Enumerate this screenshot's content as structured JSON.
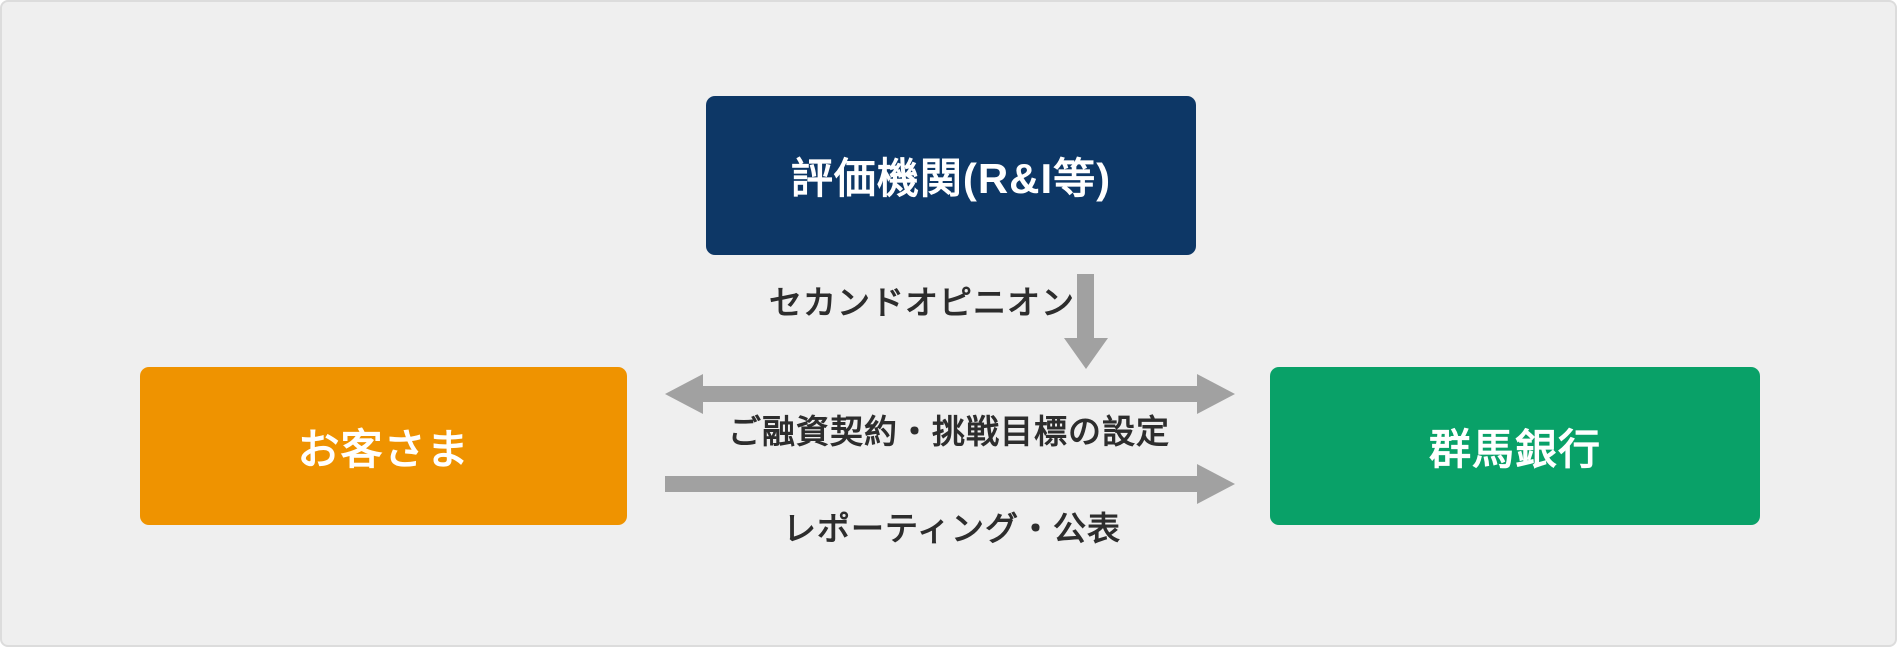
{
  "diagram": {
    "nodes": {
      "agency": {
        "label": "評価機関(R&I等)",
        "color": "#0d3766"
      },
      "customer": {
        "label": "お客さま",
        "color": "#ef9300"
      },
      "bank": {
        "label": "群馬銀行",
        "color": "#09a168"
      }
    },
    "flows": {
      "second_opinion": {
        "label": "セカンドオピニオン",
        "direction": "down"
      },
      "loan_contract": {
        "label": "ご融資契約・挑戦目標の設定",
        "direction": "both"
      },
      "reporting": {
        "label": "レポーティング・公表",
        "direction": "right"
      }
    },
    "colors": {
      "background": "#efefef",
      "border": "#dcdcdc",
      "arrow": "#a1a1a1",
      "label_text": "#2d2d2d",
      "node_text": "#ffffff"
    }
  }
}
